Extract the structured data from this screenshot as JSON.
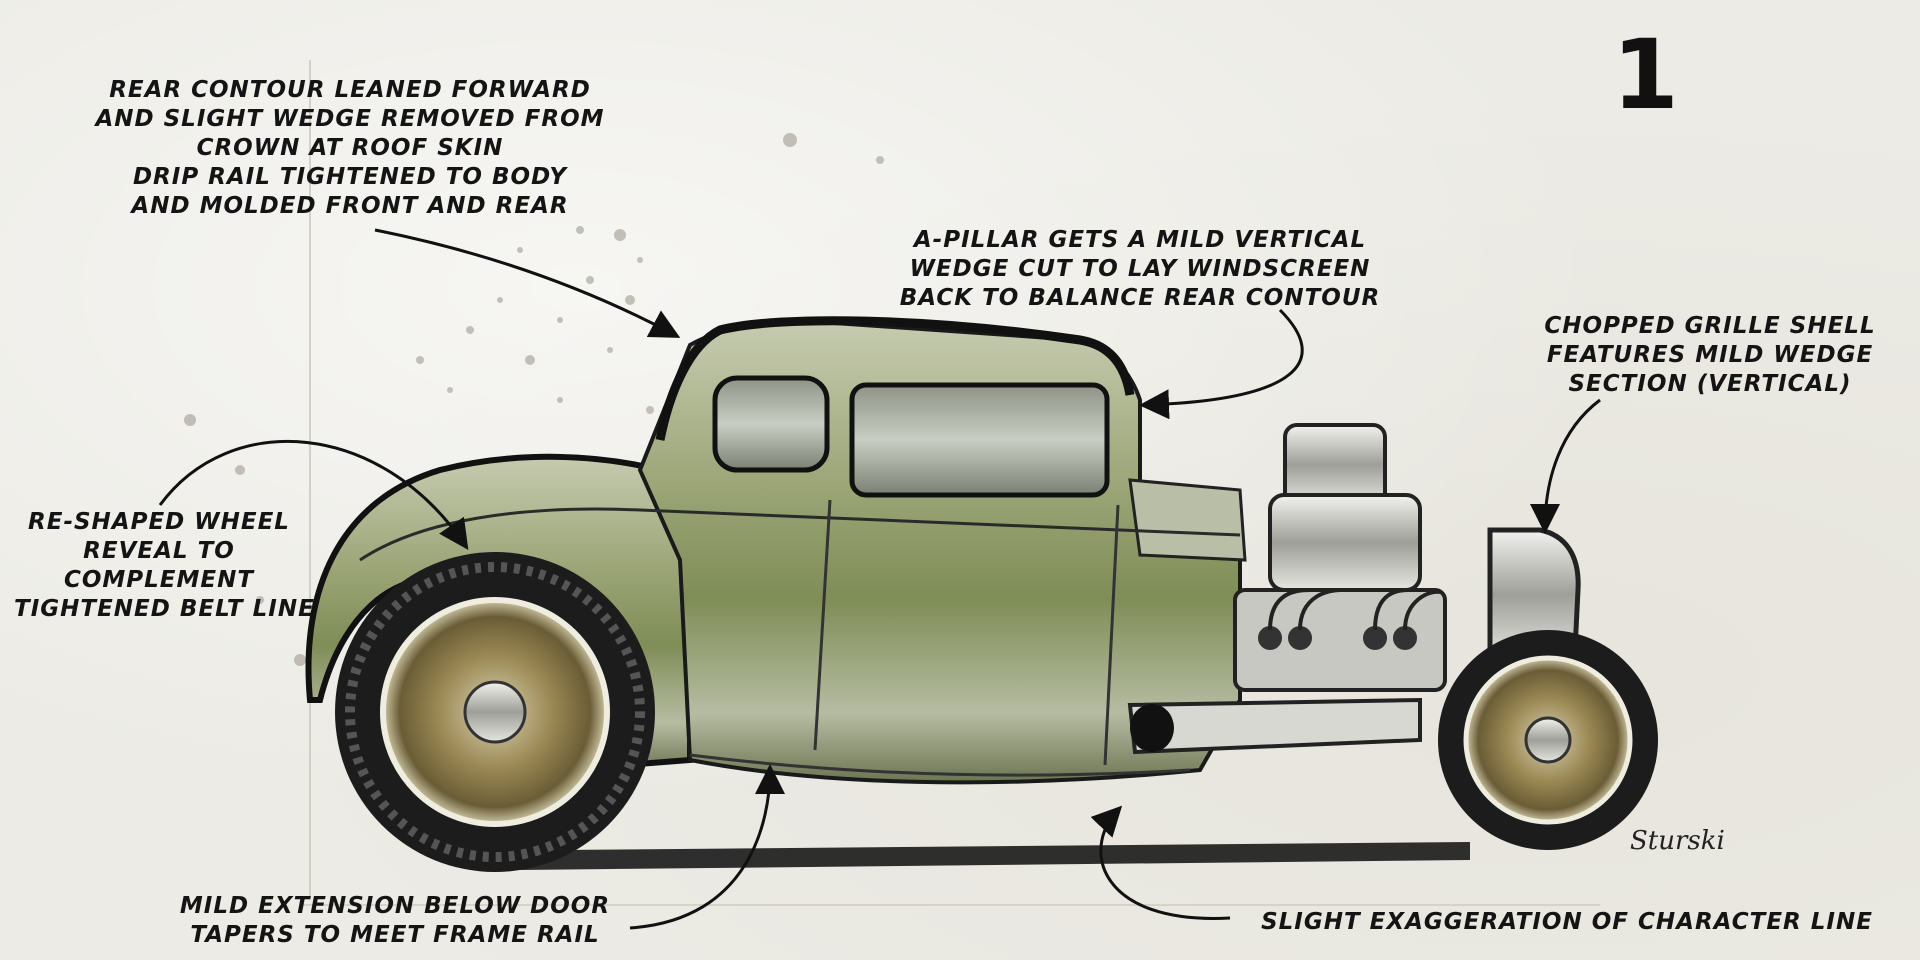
{
  "sheet_number": "1",
  "signature": "Sturski",
  "annotations": {
    "rear_contour": [
      "Rear contour leaned forward",
      "and slight wedge removed from",
      "crown at roof skin",
      "drip rail tightened to body",
      "and molded front and rear"
    ],
    "a_pillar": [
      "A-pillar gets a mild vertical",
      "wedge cut to lay windscreen",
      "back to balance rear contour"
    ],
    "grille_shell": [
      "Chopped grille shell",
      "features mild wedge",
      "section (vertical)"
    ],
    "wheel_reveal": [
      "Re-shaped wheel",
      "reveal to",
      "complement",
      "tightened belt line"
    ],
    "door_extension": [
      "Mild extension below door",
      "tapers to meet frame rail"
    ],
    "character_line": [
      "Slight exaggeration of character line"
    ]
  },
  "colors": {
    "paper": "#ecebe5",
    "body_green": "#9aa37c",
    "body_dark": "#4c5a34",
    "rim_gold": "#9c8a55",
    "ink": "#141414"
  }
}
